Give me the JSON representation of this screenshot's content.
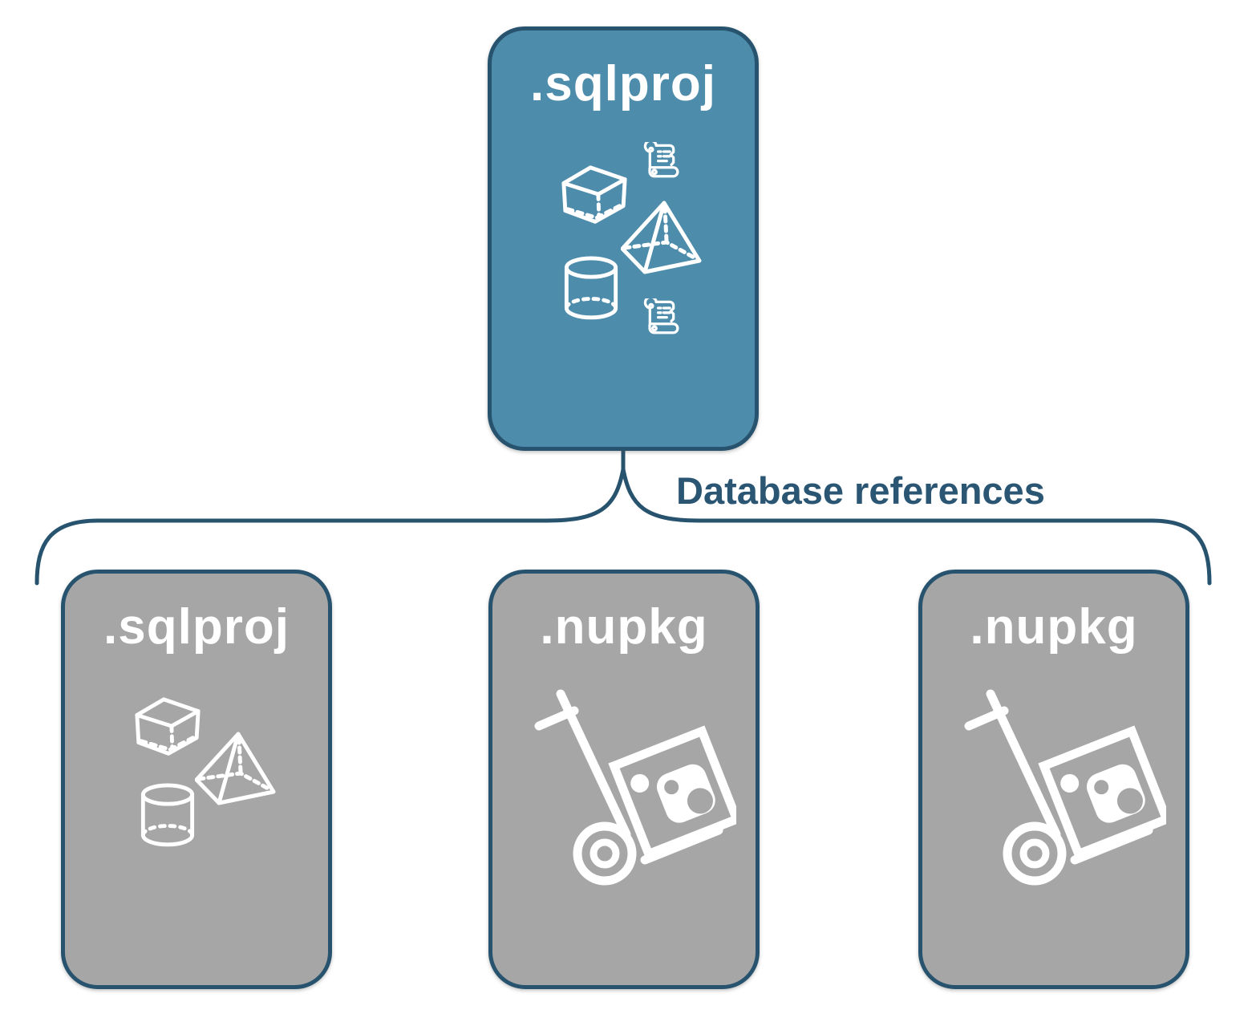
{
  "root_node": {
    "label": ".sqlproj",
    "fill_color": "#4D8CAB",
    "icons": [
      "script-scroll-icon",
      "cube-icon",
      "pyramid-icon",
      "cylinder-icon",
      "script-scroll-icon"
    ]
  },
  "connector": {
    "label": "Database references",
    "line_color": "#27536E",
    "shape": "upward-curly-brace"
  },
  "child_nodes": [
    {
      "label": ".sqlproj",
      "fill_color": "#A6A6A6",
      "icons": [
        "cube-icon",
        "pyramid-icon",
        "cylinder-icon"
      ]
    },
    {
      "label": ".nupkg",
      "fill_color": "#A6A6A6",
      "icons": [
        "package-dolly-icon"
      ]
    },
    {
      "label": ".nupkg",
      "fill_color": "#A6A6A6",
      "icons": [
        "package-dolly-icon"
      ]
    }
  ],
  "colors": {
    "node_border": "#27536E",
    "node_label_text": "#FFFFFF",
    "icon_stroke": "#FFFFFF",
    "edge_label_text": "#2A5674",
    "background": "#FFFFFF"
  }
}
